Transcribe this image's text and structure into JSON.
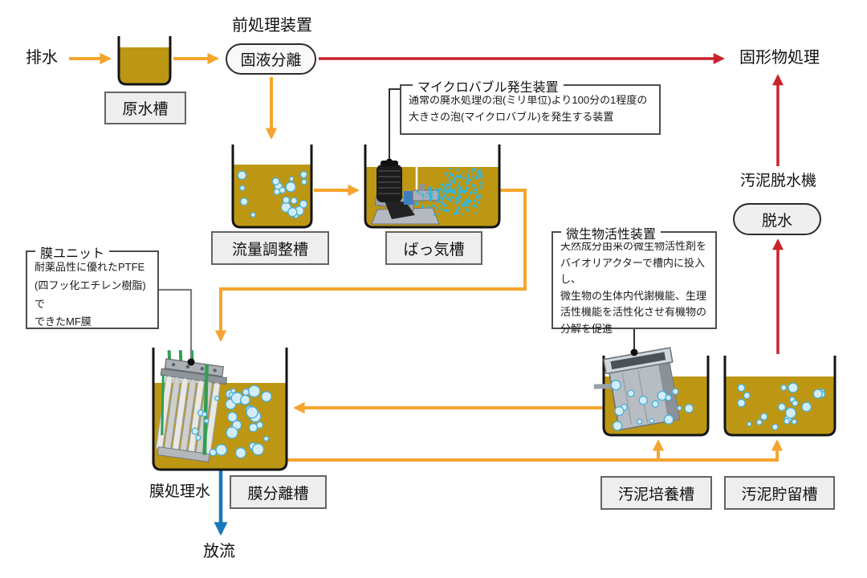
{
  "colors": {
    "flow": "#F5A52D",
    "solid_flow": "#C9232C",
    "discharge": "#1878BE",
    "liquid": "#BD9714",
    "bubble_fill": "#D3EDF8",
    "bubble_stroke": "#4AAED6",
    "mist": "#2FB4DE"
  },
  "nodes": {
    "wastewater": "排水",
    "raw_water_tank": "原水槽",
    "pretreatment": "前処理装置",
    "solid_liquid_separation": "固液分離",
    "solids_disposal": "固形物処理",
    "flow_equalization_tank": "流量調整槽",
    "aeration_tank": "ばっ気槽",
    "membrane_separation_tank": "膜分離槽",
    "membrane_treated_water": "膜処理水",
    "discharge": "放流",
    "sludge_culture_tank": "汚泥培養槽",
    "sludge_storage_tank": "汚泥貯留槽",
    "sludge_dewatering_machine": "汚泥脱水機",
    "dewatering": "脱水"
  },
  "callouts": {
    "microbubble": {
      "title": "マイクロバブル発生装置",
      "body": "通常の廃水処理の泡(ミリ単位)より100分の1程度の\n大きさの泡(マイクロバブル)を発生する装置"
    },
    "membrane_unit": {
      "title": "膜ユニット",
      "body": "耐薬品性に優れたPTFE\n(四フッ化エチレン樹脂)で\nできたMF膜"
    },
    "bio_activator": {
      "title": "微生物活性装置",
      "body": "天然成分由来の微生物活性剤を\nバイオリアクターで槽内に投入し、\n微生物の生体内代謝機能、生理\n活性機能を活性化させ有機物の\n分解を促進"
    }
  }
}
